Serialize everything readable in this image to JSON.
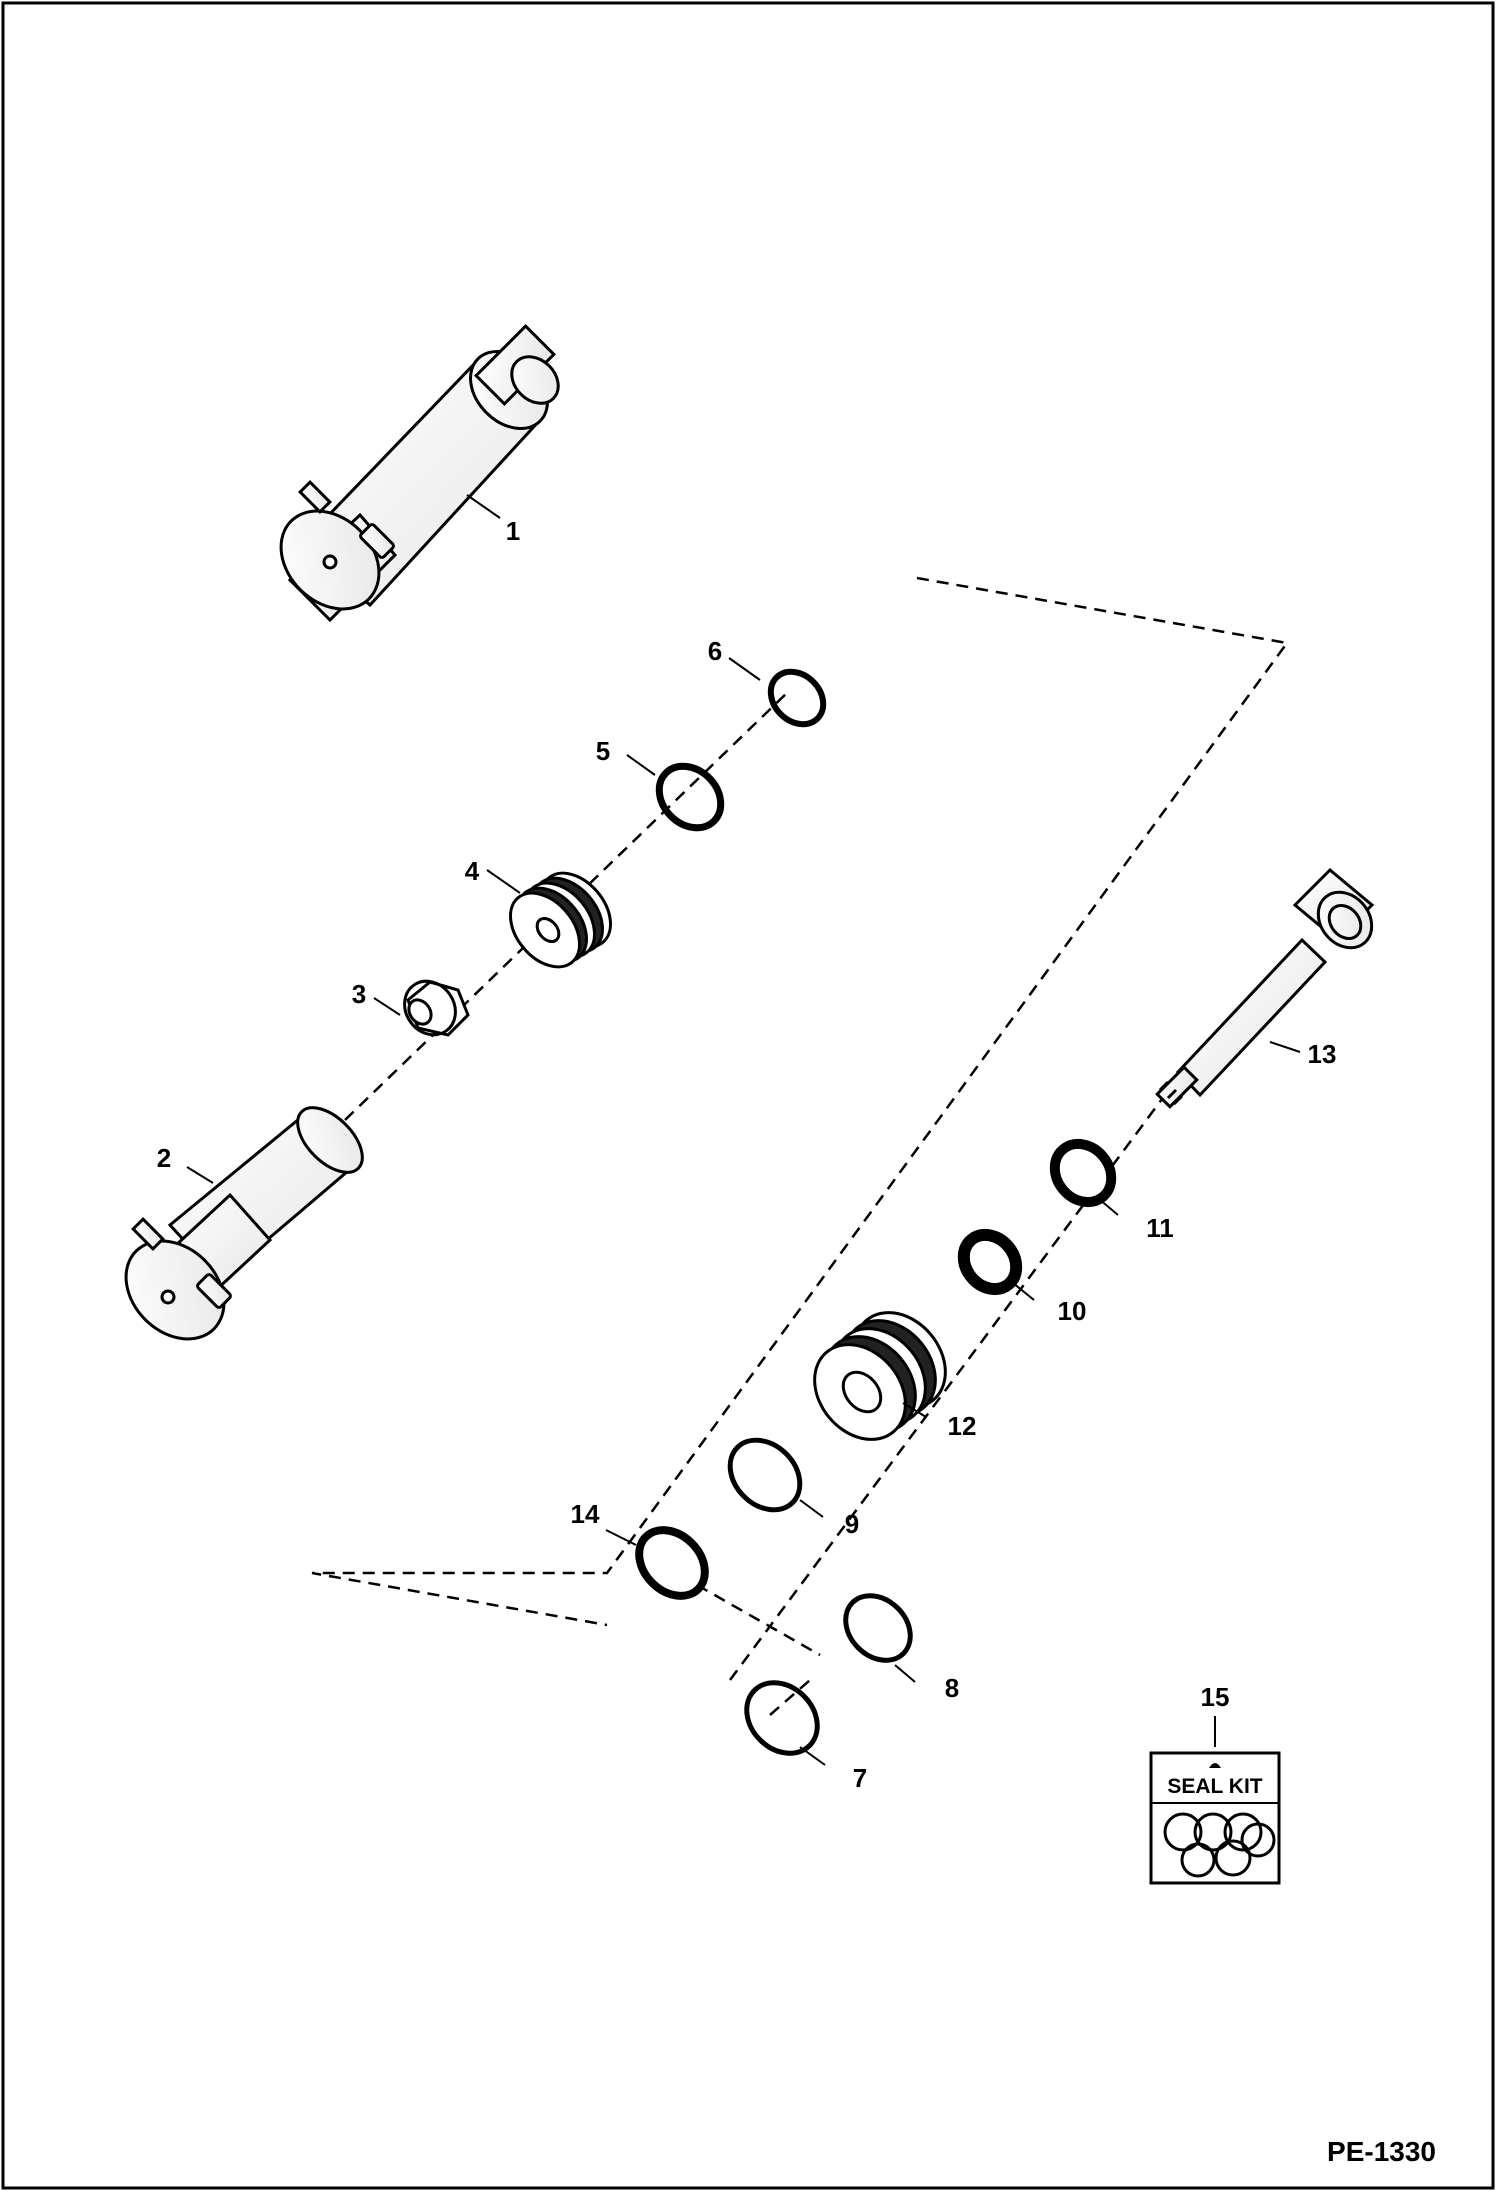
{
  "diagram": {
    "callouts": [
      "1",
      "2",
      "3",
      "4",
      "5",
      "6",
      "7",
      "8",
      "9",
      "10",
      "11",
      "12",
      "13",
      "14",
      "15"
    ],
    "seal_kit_label": "SEAL KIT",
    "document_number": "PE-1330"
  }
}
